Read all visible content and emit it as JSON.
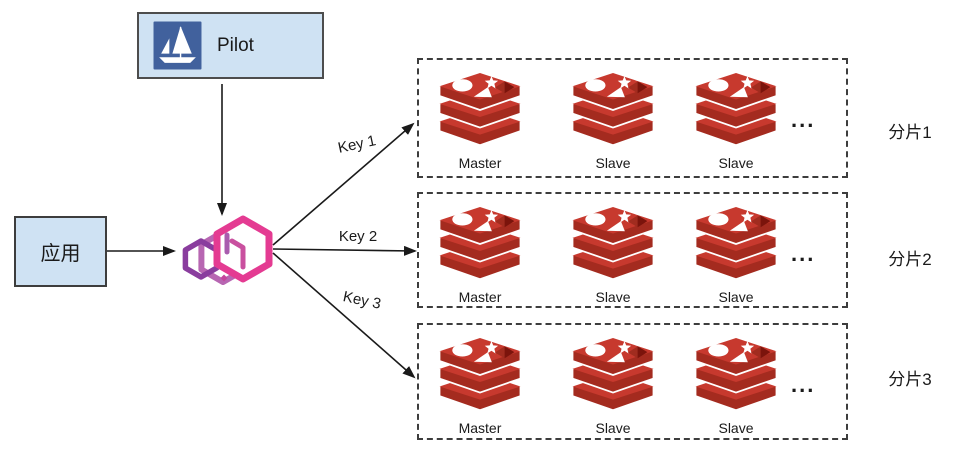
{
  "pilot": {
    "label": "Pilot"
  },
  "app": {
    "label": "应用"
  },
  "ellipsis": "...",
  "shards": [
    {
      "key": "Key 1",
      "name": "分片1",
      "nodes": [
        "Master",
        "Slave",
        "Slave"
      ]
    },
    {
      "key": "Key 2",
      "name": "分片2",
      "nodes": [
        "Master",
        "Slave",
        "Slave"
      ]
    },
    {
      "key": "Key 3",
      "name": "分片3",
      "nodes": [
        "Master",
        "Slave",
        "Slave"
      ]
    }
  ],
  "icons": {
    "pilot": "sailboat-icon",
    "proxy": "envoy-hexagons-icon",
    "node": "redis-database-icon"
  },
  "colors": {
    "box_fill": "#cfe2f3",
    "pilot_icon_blue": "#41619D",
    "envoy_pink": "#E43B92",
    "envoy_purple": "#8A3D9E",
    "redis_red_top": "#C7392E",
    "redis_red_side": "#A42B1F",
    "line_black": "#1a1a1a"
  }
}
